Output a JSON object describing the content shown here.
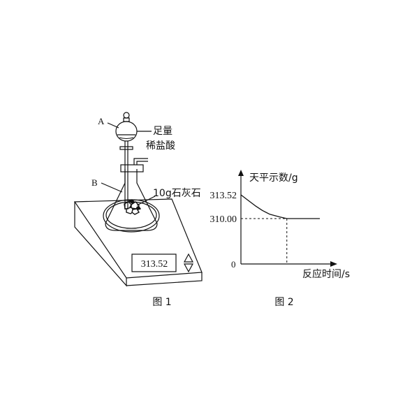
{
  "figure1": {
    "label_A": "A",
    "label_B": "B",
    "acid_line1": "足量",
    "acid_line2": "稀盐酸",
    "solid_label": "10g石灰石",
    "balance_reading": "313.52",
    "caption": "图 1"
  },
  "figure2": {
    "caption": "图 2",
    "origin_label": "0",
    "ylabel": "天平示数/g",
    "xlabel": "反应时间/s"
  },
  "chart_data": {
    "type": "line",
    "title": "",
    "xlabel": "反应时间/s",
    "ylabel": "天平示数/g",
    "yticks": [
      "313.52",
      "310.00"
    ],
    "series": [
      {
        "points": [
          [
            0,
            313.52
          ],
          [
            0.05,
            312.7
          ],
          [
            0.1,
            311.9
          ],
          [
            0.15,
            311.2
          ],
          [
            0.2,
            310.65
          ],
          [
            0.27,
            310.25
          ],
          [
            0.32,
            310.0
          ],
          [
            0.55,
            310.0
          ]
        ]
      }
    ],
    "reference_lines": [
      {
        "orientation": "horizontal",
        "value": 310.0,
        "style": "dashed"
      },
      {
        "orientation": "vertical",
        "x": 0.32,
        "style": "dashed"
      }
    ],
    "grid": false
  }
}
